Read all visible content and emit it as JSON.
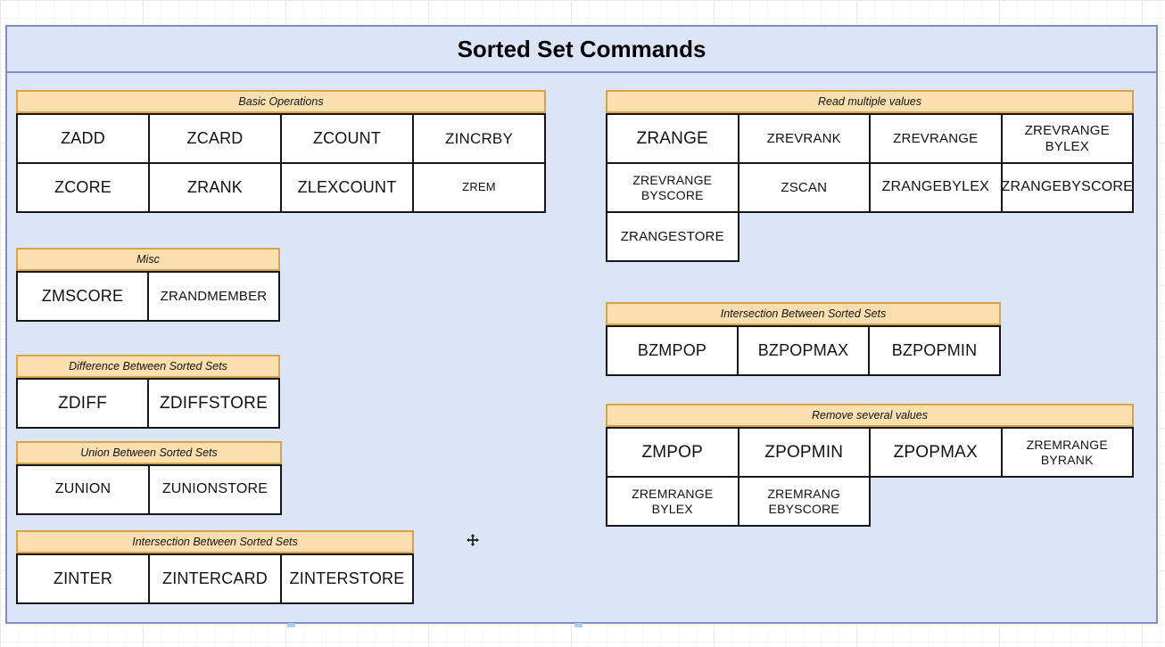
{
  "title": "Sorted Set Commands",
  "cursor": {
    "icon": "move-cursor"
  },
  "colors": {
    "panel_fill": "#dce4f8",
    "panel_border": "#7f90c0",
    "header_fill": "#fcdfae",
    "header_border": "#d8a24c",
    "cell_fill": "#ffffff",
    "cell_border": "#161616",
    "text": "#111111"
  },
  "groups": {
    "basic_operations": {
      "header": "Basic Operations",
      "rows": [
        [
          {
            "label": "ZADD",
            "fs": 18
          },
          {
            "label": "ZCARD",
            "fs": 18
          },
          {
            "label": "ZCOUNT",
            "fs": 18
          },
          {
            "label": "ZINCRBY",
            "fs": 17
          }
        ],
        [
          {
            "label": "ZCORE",
            "fs": 18
          },
          {
            "label": "ZRANK",
            "fs": 18
          },
          {
            "label": "ZLEXCOUNT",
            "fs": 18
          },
          {
            "label": "ZREM",
            "fs": 13
          }
        ]
      ]
    },
    "misc": {
      "header": "Misc",
      "rows": [
        [
          {
            "label": "ZMSCORE",
            "fs": 18
          },
          {
            "label": "ZRANDMEMBER",
            "fs": 15
          }
        ]
      ]
    },
    "difference": {
      "header": "Difference Between Sorted Sets",
      "rows": [
        [
          {
            "label": "ZDIFF",
            "fs": 19
          },
          {
            "label": "ZDIFFSTORE",
            "fs": 19
          }
        ]
      ]
    },
    "union": {
      "header": "Union Between Sorted Sets",
      "rows": [
        [
          {
            "label": "ZUNION",
            "fs": 16
          },
          {
            "label": "ZUNIONSTORE",
            "fs": 16
          }
        ]
      ]
    },
    "intersection_left": {
      "header": "Intersection Between Sorted Sets",
      "rows": [
        [
          {
            "label": "ZINTER",
            "fs": 18
          },
          {
            "label": "ZINTERCARD",
            "fs": 18
          },
          {
            "label": "ZINTERSTORE",
            "fs": 18
          }
        ]
      ]
    },
    "read_multiple": {
      "header": "Read multiple values",
      "rows": [
        [
          {
            "label": "ZRANGE",
            "fs": 19
          },
          {
            "label": "ZREVRANK",
            "fs": 15
          },
          {
            "label": "ZREVRANGE",
            "fs": 15
          },
          {
            "label": "ZREVRANGE\nBYLEX",
            "fs": 15
          }
        ],
        [
          {
            "label": "ZREVRANGE\nBYSCORE",
            "fs": 14
          },
          {
            "label": "ZSCAN",
            "fs": 15
          },
          {
            "label": "ZRANGEBYLEX",
            "fs": 16
          },
          {
            "label": "ZRANGEBYSCORE",
            "fs": 16
          }
        ],
        [
          {
            "label": "ZRANGESTORE",
            "fs": 15
          }
        ]
      ]
    },
    "intersection_right": {
      "header": "Intersection Between Sorted Sets",
      "rows": [
        [
          {
            "label": "BZMPOP",
            "fs": 18
          },
          {
            "label": "BZPOPMAX",
            "fs": 18
          },
          {
            "label": "BZPOPMIN",
            "fs": 18
          }
        ]
      ]
    },
    "remove_several": {
      "header": "Remove several values",
      "rows": [
        [
          {
            "label": "ZMPOP",
            "fs": 19
          },
          {
            "label": "ZPOPMIN",
            "fs": 19
          },
          {
            "label": "ZPOPMAX",
            "fs": 19
          },
          {
            "label": "ZREMRANGE\nBYRANK",
            "fs": 14
          }
        ],
        [
          {
            "label": "ZREMRANGE\nBYLEX",
            "fs": 14
          },
          {
            "label": "ZREMRANG\nEBYSCORE",
            "fs": 14
          }
        ]
      ]
    }
  }
}
